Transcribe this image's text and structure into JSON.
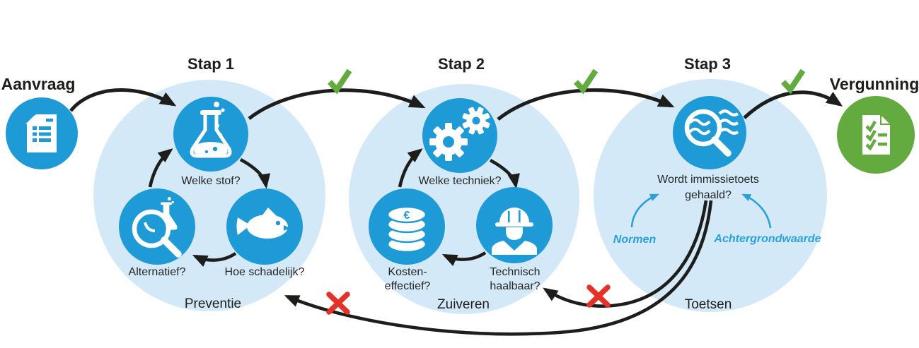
{
  "colors": {
    "ink": "#1d1d1b",
    "circle_blue": "#1e9ad6",
    "light_blue": "#d4e9f8",
    "accent_blue": "#2aa1db",
    "green": "#64ab3f",
    "red": "#e53228"
  },
  "flow": {
    "start": {
      "label": "Aanvraag",
      "icon": "document-icon"
    },
    "end": {
      "label": "Vergunning",
      "icon": "checklist-document-icon"
    }
  },
  "steps": [
    {
      "title": "Stap 1",
      "theme": "Preventie",
      "questions": {
        "top": "Welke stof?",
        "left": "Alternatief?",
        "right": "Hoe schadelijk?"
      },
      "icons": {
        "top": "flask-icon",
        "left": "magnifier-flask-icon",
        "right": "fish-icon"
      }
    },
    {
      "title": "Stap 2",
      "theme": "Zuiveren",
      "questions": {
        "top": "Welke techniek?",
        "left_line1": "Kosten-",
        "left_line2": "effectief?",
        "right_line1": "Technisch",
        "right_line2": "haalbaar?"
      },
      "icons": {
        "top": "gears-icon",
        "left": "coins-icon",
        "right": "construction-worker-icon"
      },
      "coin_symbol": "€"
    },
    {
      "title": "Stap 3",
      "theme": "Toetsen",
      "questions": {
        "top_line1": "Wordt immissietoets",
        "top_line2": "gehaald?"
      },
      "icons": {
        "top": "magnifier-waves-icon"
      },
      "annotations": {
        "left": "Normen",
        "right": "Achtergrondwaarde"
      }
    }
  ],
  "marks": {
    "success_checkmarks": 3,
    "failure_crosses": 2,
    "check_icon": "green-checkmark-icon",
    "cross_icon": "red-cross-icon"
  }
}
